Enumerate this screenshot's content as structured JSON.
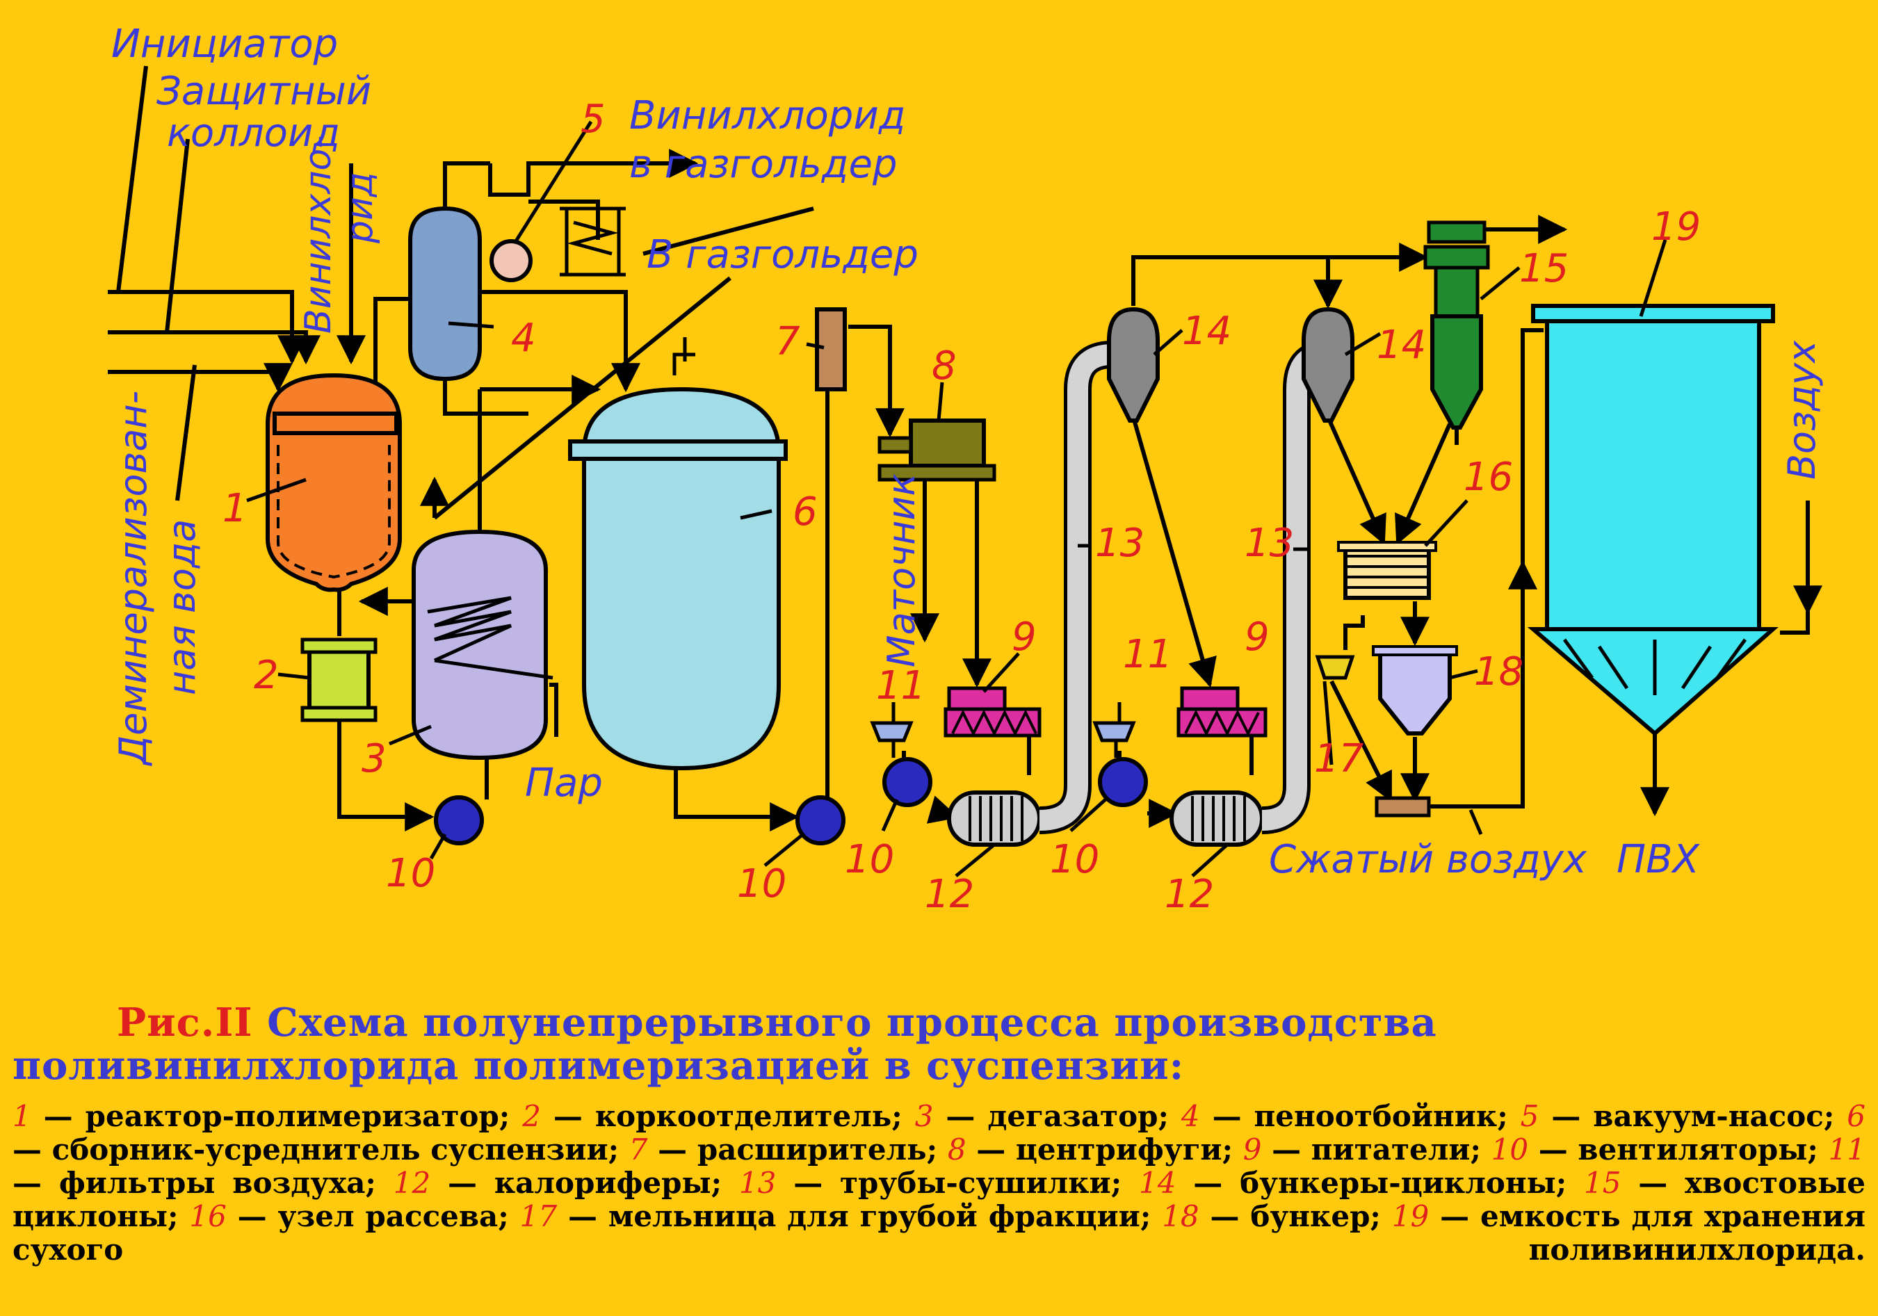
{
  "labels": {
    "initiator": "Инициатор",
    "colloid_1": "Защитный",
    "colloid_2": "коллоид",
    "vinylchloride_1": "Винилхло-",
    "vinylchloride_2": "рид",
    "vc_gasholder_1": "Винилхлорид",
    "vc_gasholder_2": "в газгольдер",
    "to_gasholder": "В газгольдер",
    "demin_water_1": "Деминерализован-",
    "demin_water_2": "ная вода",
    "steam": "Пар",
    "mother_liquor": "Маточник",
    "compressed_air": "Сжатый воздух",
    "air": "Воздух",
    "pvc": "ПВХ"
  },
  "numbers": {
    "n1": "1",
    "n2": "2",
    "n3": "3",
    "n4": "4",
    "n5": "5",
    "n6": "6",
    "n7": "7",
    "n8": "8",
    "n9": "9",
    "n10": "10",
    "n11": "11",
    "n12": "12",
    "n13": "13",
    "n14": "14",
    "n15": "15",
    "n16": "16",
    "n17": "17",
    "n18": "18",
    "n19": "19"
  },
  "caption": {
    "fig": "Рис.II",
    "title": "Схема полунепрерывного процесса производства поливинилхлорида полимеризацией в суспензии:"
  },
  "legend": [
    {
      "num": "1",
      "text": "реактор-полимеризатор;"
    },
    {
      "num": "2",
      "text": "коркоотделитель;"
    },
    {
      "num": "3",
      "text": "дегазатор;"
    },
    {
      "num": "4",
      "text": "пеноотбойник;"
    },
    {
      "num": "5",
      "text": "вакуум-насос;"
    },
    {
      "num": "6",
      "text": "сборник-усреднитель суспензии;"
    },
    {
      "num": "7",
      "text": "расширитель;"
    },
    {
      "num": "8",
      "text": "центрифуги;"
    },
    {
      "num": "9",
      "text": "питатели;"
    },
    {
      "num": "10",
      "text": "вентиляторы;"
    },
    {
      "num": "11",
      "text": "фильтры воздуха;"
    },
    {
      "num": "12",
      "text": "калориферы;"
    },
    {
      "num": "13",
      "text": "трубы-сушилки;"
    },
    {
      "num": "14",
      "text": "бункеры-циклоны;"
    },
    {
      "num": "15",
      "text": "хвостовые циклоны;"
    },
    {
      "num": "16",
      "text": "узел рассева;"
    },
    {
      "num": "17",
      "text": "мельница для грубой фракции;"
    },
    {
      "num": "18",
      "text": "бункер;"
    },
    {
      "num": "19",
      "text": "емкость для хранения сухого поливинилхлорида."
    }
  ],
  "colors": {
    "background": "#FFC90E",
    "reactor": "#F77F2A",
    "strainer": "#C9E23A",
    "degasser": "#BFB6E6",
    "foam_separator": "#7F9FCC",
    "vacuum_pump": "#F2C6B4",
    "collector": "#A2DCE6",
    "expander": "#C08A5A",
    "centrifuge": "#7E7A18",
    "feeder": "#DD2FA0",
    "fan": "#2A2ABF",
    "filter": "#9FB3E6",
    "heater": "#CFCFCF",
    "cyclone": "#888888",
    "tail_cyclone": "#1F8A2F",
    "sieve": "#FFE59A",
    "bunker": "#C7C3F5",
    "mill": "#EAD21E",
    "storage": "#42E6F0",
    "labels": "#3B3BD9",
    "numbers": "#E02020"
  }
}
